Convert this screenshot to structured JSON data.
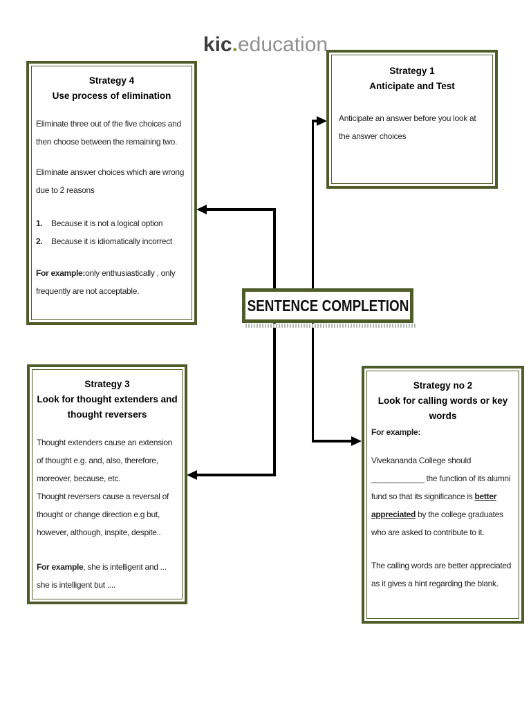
{
  "logo": {
    "kic": "kic",
    "dot": ".",
    "education": "education"
  },
  "center_box": {
    "title": "SENTENCE COMPLETION"
  },
  "strategy4": {
    "title1": "Strategy 4",
    "title2": "Use process of elimination",
    "para1": "Eliminate three out of the five choices and then choose between the remaining two.",
    "para2": "Eliminate answer choices which are wrong due to 2 reasons",
    "list": [
      {
        "num": "1.",
        "text": "Because it is not a logical option"
      },
      {
        "num": "2.",
        "text": "Because it is idiomatically incorrect"
      }
    ],
    "example_label": "For example:",
    "example_text": "only enthusiastically , only frequently are not acceptable."
  },
  "strategy1": {
    "title1": "Strategy 1",
    "title2": "Anticipate and Test",
    "para1": "Anticipate an answer before you look at the answer choices"
  },
  "strategy3": {
    "title1": "Strategy 3",
    "title2": "Look for thought extenders and thought reversers",
    "para1": "Thought extenders cause an extension of thought e.g. and, also, therefore, moreover, because, etc.",
    "para2": "Thought reversers cause a reversal of thought or change direction e.g but, however, although, inspite, despite..",
    "example_label": "For example",
    "example_text": ", she is intelligent and ... she is intelligent but ...."
  },
  "strategy2": {
    "title1": "Strategy no 2",
    "title2": "Look for calling words or key words",
    "example_label": "For example:",
    "line1": "Vivekananda College should",
    "line2": "____________ the function of its alumni fund so that its significance is ",
    "bold_underline": "better appreciated",
    "line3": " by the college graduates who are asked to contribute to it.",
    "para2": "The calling words are better appreciated as it gives a hint regarding the blank."
  },
  "colors": {
    "box_border_olive": "#4f5c29",
    "connector_black": "#000000",
    "logo_dark": "#3d3d3d",
    "logo_green": "#7f9c3a",
    "logo_gray": "#8f8f8f",
    "background": "#ffffff"
  }
}
